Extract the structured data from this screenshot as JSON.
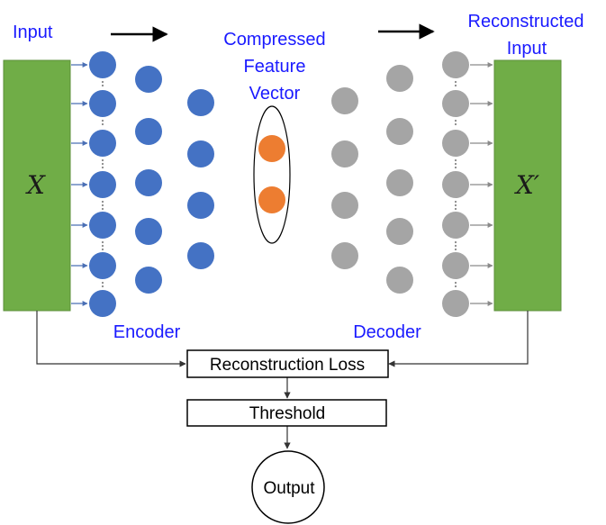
{
  "labels": {
    "input": "Input",
    "reconstructed_line1": "Reconstructed",
    "reconstructed_line2": "Input",
    "compressed_line1": "Compressed",
    "compressed_line2": "Feature",
    "compressed_line3": "Vector",
    "encoder": "Encoder",
    "decoder": "Decoder",
    "x": "X",
    "x_prime": "X′"
  },
  "boxes": {
    "reconstruction_loss": "Reconstruction Loss",
    "threshold": "Threshold",
    "output": "Output"
  },
  "colors": {
    "label_blue": "#1a1aff",
    "green_block": "#70ad47",
    "green_border": "#5b8f3a",
    "encoder_node": "#4472c4",
    "latent_node": "#ed7d31",
    "decoder_node": "#a5a5a5",
    "arrow_blue": "#4a6fb5",
    "arrow_gray": "#8a8a8a",
    "line": "#333333"
  },
  "network": {
    "encoder_layers": [
      7,
      5,
      4
    ],
    "latent_nodes": 2,
    "decoder_layers": [
      4,
      5,
      7
    ]
  }
}
